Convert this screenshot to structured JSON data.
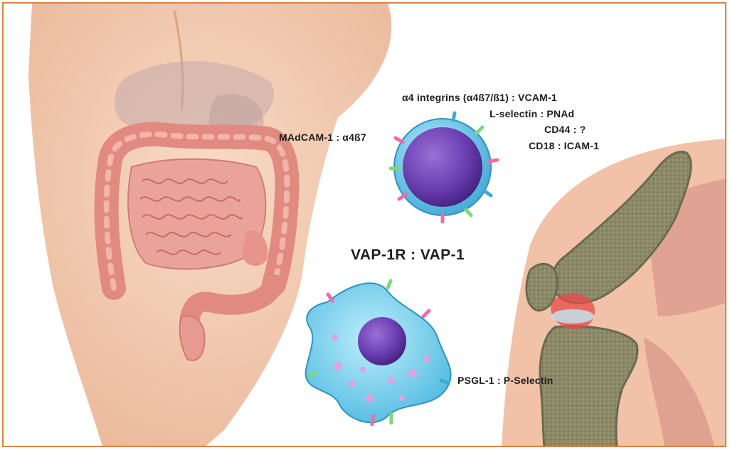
{
  "labels": {
    "integrins": "α4 integrins (α4ß7/ß1) : VCAM-1",
    "lselectin": "L-selectin : PNAd",
    "cd44": "CD44 : ?",
    "cd18": "CD18 : ICAM-1",
    "madcam": "MAdCAM-1 : α4ß7",
    "vap": "VAP-1R : VAP-1",
    "psgl": "PSGL-1 : P-Selectin"
  },
  "colors": {
    "frame": "#e0813a",
    "skin": "#f4ccb0",
    "intestine": "#e98f86",
    "lymphocyte_membrane": "#5fc8e8",
    "nucleus": "#6a3fb0",
    "bone": "#8f8d6c",
    "inflammation": "#e84a4a"
  },
  "icons": {
    "torso": "human-torso-with-intestines",
    "lymphocyte": "lymphocyte-cell",
    "macrophage": "macrophage-cell",
    "knee": "knee-joint-cross-section"
  }
}
